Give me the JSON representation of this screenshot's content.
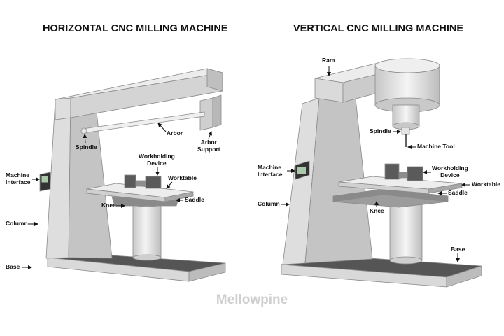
{
  "titles": {
    "horizontal": "HORIZONTAL CNC MILLING MACHINE",
    "vertical": "VERTICAL CNC MILLING MACHINE"
  },
  "horizontal_labels": {
    "spindle": "Spindle",
    "arbor": "Arbor",
    "arbor_support": "Arbor\nSupport",
    "workholding_device": "Workholding\nDevice",
    "worktable": "Worktable",
    "machine_interface": "Machine\nInterface",
    "knee": "Knee",
    "saddle": "Saddle",
    "column": "Column",
    "base": "Base"
  },
  "vertical_labels": {
    "ram": "Ram",
    "spindle": "Spindle",
    "machine_tool": "Machine Tool",
    "machine_interface": "Machine\nInterface",
    "workholding_device": "Workholding\nDevice",
    "worktable": "Worktable",
    "saddle": "Saddle",
    "column": "Column",
    "knee": "Knee",
    "base": "Base"
  },
  "watermark": "Mellowpine",
  "colors": {
    "structure_light": "#e2e2e2",
    "structure_mid": "#cdcdcd",
    "structure_dark": "#b4b4b4",
    "base_top": "#555555",
    "table_dark": "#7a7a7a",
    "outline": "#8a8a8a",
    "arrow": "#111111"
  }
}
